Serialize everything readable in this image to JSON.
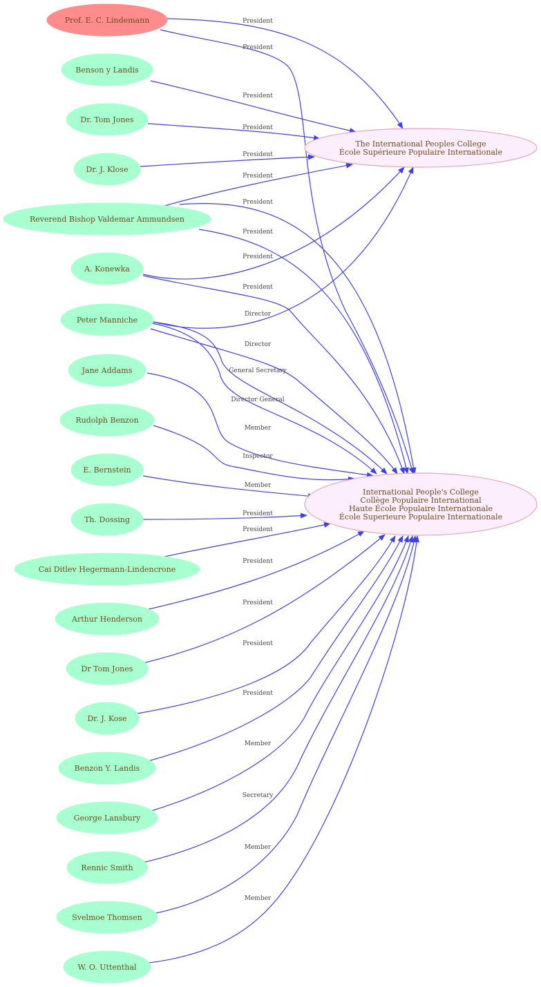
{
  "colors": {
    "highlight_node_fill": "#ff8c8c",
    "person_node_fill": "#a8ffd0",
    "target_node_fill": "#fdeefe",
    "target_node_stroke": "#e6a6b4",
    "edge_stroke": "#3f3fe8"
  },
  "people": [
    {
      "name": "Prof. E. C. Lindemann"
    },
    {
      "name": "Benson y Landis"
    },
    {
      "name": "Dr. Tom Jones"
    },
    {
      "name": "Dr. J. Klose"
    },
    {
      "name": "Reverend Bishop Valdemar Ammundsen"
    },
    {
      "name": "A. Konewka"
    },
    {
      "name": "Peter Manniche"
    },
    {
      "name": "Jane Addams"
    },
    {
      "name": "Rudolph Benzon"
    },
    {
      "name": "E. Bernstein"
    },
    {
      "name": "Th. Dossing"
    },
    {
      "name": "Cai Ditlev Hegermann-Lindencrone"
    },
    {
      "name": "Arthur Henderson"
    },
    {
      "name": "Dr  Tom Jones"
    },
    {
      "name": "Dr. J. Kose"
    },
    {
      "name": "Benzon Y. Landis"
    },
    {
      "name": "George Lansbury"
    },
    {
      "name": "Rennic Smith"
    },
    {
      "name": "Svelmoe Thomsen"
    },
    {
      "name": "W. O. Uttenthal"
    }
  ],
  "targets": [
    {
      "lines": [
        "The International Peoples College",
        "École Supérieure Populaire Internationale"
      ]
    },
    {
      "lines": [
        "International People's College",
        "Collège Populaire International",
        "Haute École Populaire Internationale",
        "École Superieure Populaire Internationale"
      ]
    }
  ],
  "edges": [
    {
      "from": 0,
      "to": 0,
      "label": "President"
    },
    {
      "from": 0,
      "to": 1,
      "label": "President"
    },
    {
      "from": 1,
      "to": 0,
      "label": "President"
    },
    {
      "from": 2,
      "to": 0,
      "label": "President"
    },
    {
      "from": 3,
      "to": 0,
      "label": "President"
    },
    {
      "from": 4,
      "to": 0,
      "label": "President"
    },
    {
      "from": 4,
      "to": 1,
      "label": "President"
    },
    {
      "from": 4,
      "to": 1,
      "label": "President"
    },
    {
      "from": 5,
      "to": 0,
      "label": "President"
    },
    {
      "from": 5,
      "to": 1,
      "label": "President"
    },
    {
      "from": 6,
      "to": 0,
      "label": "Director"
    },
    {
      "from": 6,
      "to": 1,
      "label": "Director"
    },
    {
      "from": 6,
      "to": 1,
      "label": "General Secretary"
    },
    {
      "from": 6,
      "to": 1,
      "label": "Director General"
    },
    {
      "from": 7,
      "to": 1,
      "label": "Member"
    },
    {
      "from": 8,
      "to": 1,
      "label": "Inspector"
    },
    {
      "from": 9,
      "to": 1,
      "label": "Member"
    },
    {
      "from": 10,
      "to": 1,
      "label": "President"
    },
    {
      "from": 11,
      "to": 1,
      "label": "President"
    },
    {
      "from": 12,
      "to": 1,
      "label": "President"
    },
    {
      "from": 13,
      "to": 1,
      "label": "President"
    },
    {
      "from": 14,
      "to": 1,
      "label": "President"
    },
    {
      "from": 15,
      "to": 1,
      "label": "President"
    },
    {
      "from": 16,
      "to": 1,
      "label": "Member"
    },
    {
      "from": 17,
      "to": 1,
      "label": "Secretary"
    },
    {
      "from": 18,
      "to": 1,
      "label": "Member"
    },
    {
      "from": 19,
      "to": 1,
      "label": "Member"
    }
  ]
}
